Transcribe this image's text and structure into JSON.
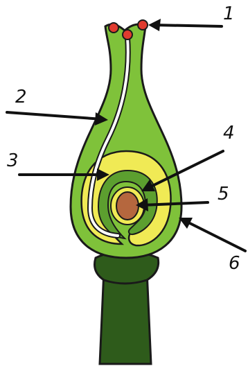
{
  "labels": [
    "1",
    "2",
    "3",
    "4",
    "5",
    "6"
  ],
  "colors": {
    "pistil_green": "#7fc23a",
    "inner_green": "#5c9f2f",
    "stalk_green": "#2e5b1b",
    "ovule_yellow": "#f0ea55",
    "nucellus_orange": "#b5673e",
    "pollen_red": "#e03b2f",
    "outline": "#1a1a1a",
    "arrow": "#111111"
  },
  "icons": {
    "pollen": "pollen-grain-icon",
    "tube": "pollen-tube-icon"
  }
}
